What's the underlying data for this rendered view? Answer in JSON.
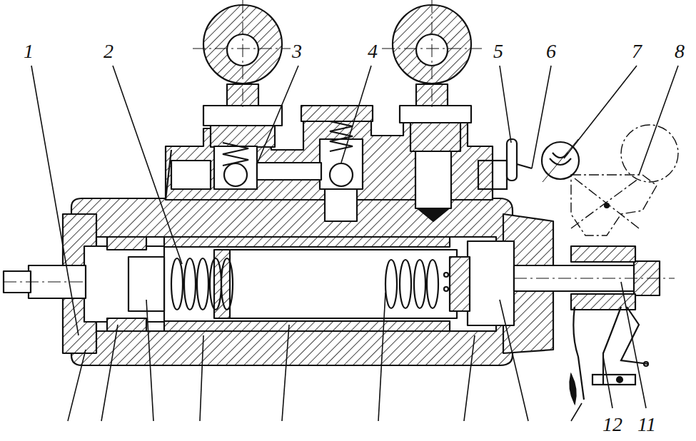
{
  "diagram": {
    "labels": [
      "1",
      "2",
      "3",
      "4",
      "5",
      "6",
      "7",
      "8",
      "12",
      "11"
    ]
  }
}
